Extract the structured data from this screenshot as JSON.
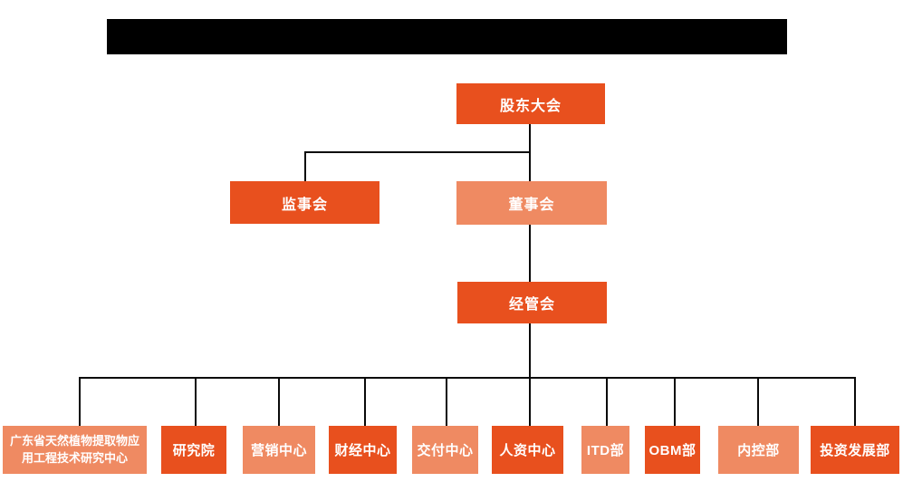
{
  "colors": {
    "primary": "#E8501E",
    "secondary": "#EF8A62",
    "connector": "#0a0a0a",
    "redaction": "#000000",
    "label_text": "#FFFFFF"
  },
  "org_chart": {
    "root": {
      "label": "股东大会"
    },
    "level2": [
      {
        "label": "监事会"
      },
      {
        "label": "董事会"
      }
    ],
    "level3": {
      "label": "经管会"
    },
    "departments": [
      {
        "label": "广东省天然植物提取物应用工程技术研究中心"
      },
      {
        "label": "研究院"
      },
      {
        "label": "营销中心"
      },
      {
        "label": "财经中心"
      },
      {
        "label": "交付中心"
      },
      {
        "label": "人资中心"
      },
      {
        "label": "ITD部"
      },
      {
        "label": "OBM部"
      },
      {
        "label": "内控部"
      },
      {
        "label": "投资发展部"
      }
    ]
  }
}
